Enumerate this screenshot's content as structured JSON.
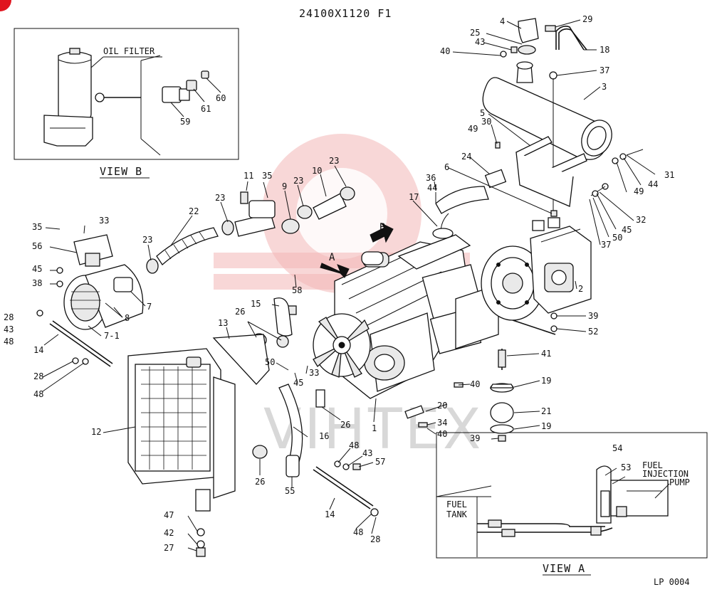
{
  "header": {
    "drawing_code": "24100X1120  F1"
  },
  "footer": {
    "page_code": "LP  0004"
  },
  "watermark": {
    "text": "VIHTEX",
    "color": "#f3b7b7"
  },
  "view_b": {
    "title": "VIEW  B",
    "oil_filter_label": "OIL  FILTER",
    "callouts": [
      "60",
      "61",
      "59"
    ]
  },
  "view_a": {
    "title": "VIEW  A",
    "fuel_tank_label": [
      "FUEL",
      "TANK"
    ],
    "fuel_pump_label": [
      "FUEL",
      "INJECTION",
      "PUMP"
    ],
    "callouts": [
      "54",
      "53"
    ]
  },
  "arrows": {
    "a": "A",
    "b": "B"
  },
  "callouts": [
    {
      "id": "c4",
      "text": "4"
    },
    {
      "id": "c29",
      "text": "29"
    },
    {
      "id": "c25",
      "text": "25"
    },
    {
      "id": "c43a",
      "text": "43"
    },
    {
      "id": "c18",
      "text": "18"
    },
    {
      "id": "c40a",
      "text": "40"
    },
    {
      "id": "c37a",
      "text": "37"
    },
    {
      "id": "c3",
      "text": "3"
    },
    {
      "id": "c5",
      "text": "5"
    },
    {
      "id": "c30",
      "text": "30"
    },
    {
      "id": "c49a",
      "text": "49"
    },
    {
      "id": "c24",
      "text": "24"
    },
    {
      "id": "c6",
      "text": "6"
    },
    {
      "id": "c31",
      "text": "31"
    },
    {
      "id": "c49b",
      "text": "49"
    },
    {
      "id": "c44a",
      "text": "44"
    },
    {
      "id": "c36",
      "text": "36"
    },
    {
      "id": "c44b",
      "text": "44"
    },
    {
      "id": "c17",
      "text": "17"
    },
    {
      "id": "c45a",
      "text": "45"
    },
    {
      "id": "c32",
      "text": "32"
    },
    {
      "id": "c50a",
      "text": "50"
    },
    {
      "id": "c37b",
      "text": "37"
    },
    {
      "id": "c2",
      "text": "2"
    },
    {
      "id": "c39a",
      "text": "39"
    },
    {
      "id": "c52",
      "text": "52"
    },
    {
      "id": "c41",
      "text": "41"
    },
    {
      "id": "c19a",
      "text": "19"
    },
    {
      "id": "c21",
      "text": "21"
    },
    {
      "id": "c19b",
      "text": "19"
    },
    {
      "id": "c39b",
      "text": "39"
    },
    {
      "id": "c11",
      "text": "11"
    },
    {
      "id": "c35a",
      "text": "35"
    },
    {
      "id": "c10",
      "text": "10"
    },
    {
      "id": "c23a",
      "text": "23"
    },
    {
      "id": "c9",
      "text": "9"
    },
    {
      "id": "c23b",
      "text": "23"
    },
    {
      "id": "c23c",
      "text": "23"
    },
    {
      "id": "c22",
      "text": "22"
    },
    {
      "id": "c23d",
      "text": "23"
    },
    {
      "id": "c35b",
      "text": "35"
    },
    {
      "id": "c33a",
      "text": "33"
    },
    {
      "id": "c56",
      "text": "56"
    },
    {
      "id": "c45b",
      "text": "45"
    },
    {
      "id": "c38",
      "text": "38"
    },
    {
      "id": "c7",
      "text": "7"
    },
    {
      "id": "c8",
      "text": "8"
    },
    {
      "id": "c71",
      "text": "7-1"
    },
    {
      "id": "c28a",
      "text": "28"
    },
    {
      "id": "c43b",
      "text": "43"
    },
    {
      "id": "c48a",
      "text": "48"
    },
    {
      "id": "c14a",
      "text": "14"
    },
    {
      "id": "c28b",
      "text": "28"
    },
    {
      "id": "c48b",
      "text": "48"
    },
    {
      "id": "c58",
      "text": "58"
    },
    {
      "id": "c15",
      "text": "15"
    },
    {
      "id": "c26a",
      "text": "26"
    },
    {
      "id": "c13",
      "text": "13"
    },
    {
      "id": "c50b",
      "text": "50"
    },
    {
      "id": "c33b",
      "text": "33"
    },
    {
      "id": "c45c",
      "text": "45"
    },
    {
      "id": "c12",
      "text": "12"
    },
    {
      "id": "c16",
      "text": "16"
    },
    {
      "id": "c26b",
      "text": "26"
    },
    {
      "id": "c26c",
      "text": "26"
    },
    {
      "id": "c1",
      "text": "1"
    },
    {
      "id": "c40b",
      "text": "40"
    },
    {
      "id": "c20",
      "text": "20"
    },
    {
      "id": "c34",
      "text": "34"
    },
    {
      "id": "c40c",
      "text": "40"
    },
    {
      "id": "c48c",
      "text": "48"
    },
    {
      "id": "c43c",
      "text": "43"
    },
    {
      "id": "c57",
      "text": "57"
    },
    {
      "id": "c55",
      "text": "55"
    },
    {
      "id": "c14b",
      "text": "14"
    },
    {
      "id": "c48d",
      "text": "48"
    },
    {
      "id": "c28c",
      "text": "28"
    },
    {
      "id": "c47",
      "text": "47"
    },
    {
      "id": "c42",
      "text": "42"
    },
    {
      "id": "c27",
      "text": "27"
    }
  ]
}
